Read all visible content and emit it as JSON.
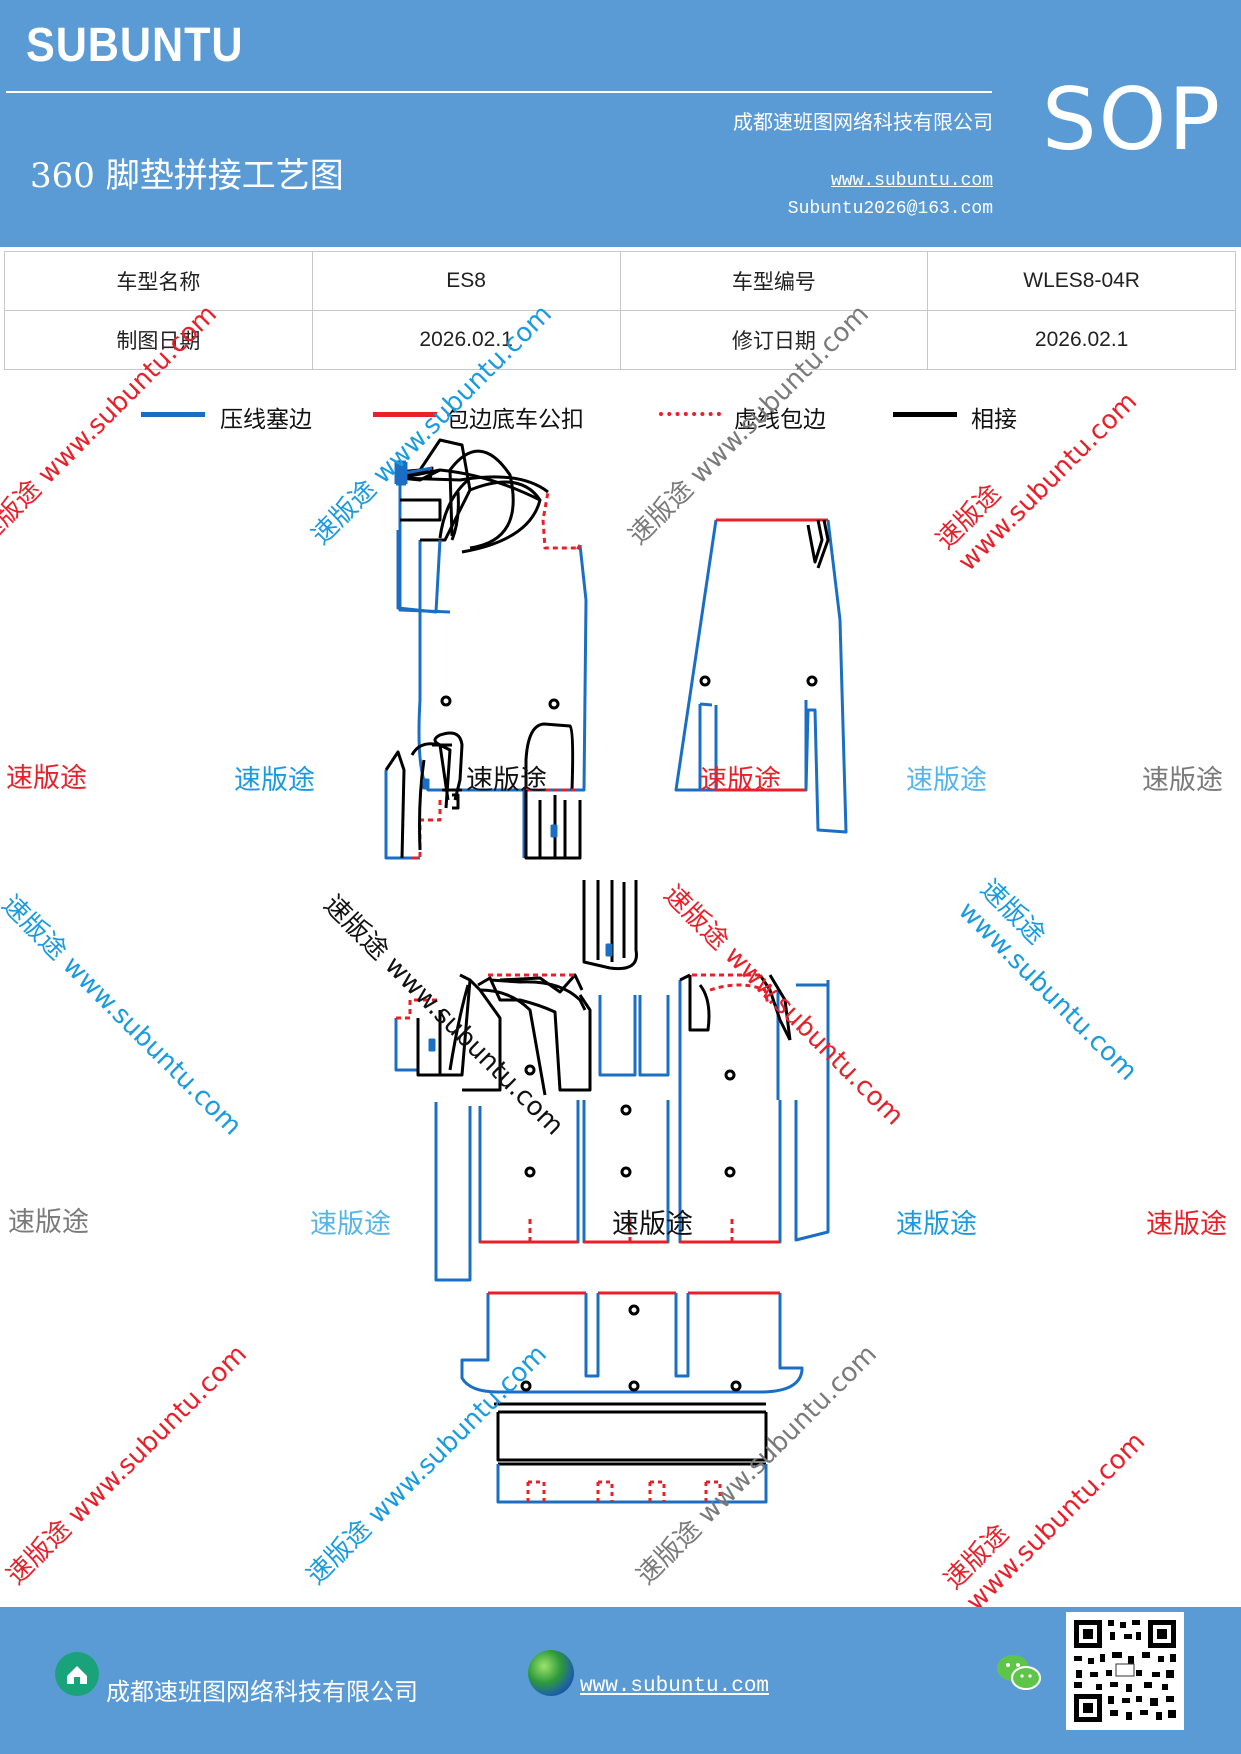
{
  "header": {
    "brand": "SUBUNTU",
    "company": "成都速班图网络科技有限公司",
    "doc_title": "360 脚垫拼接工艺图",
    "website": "www.subuntu.com",
    "email": "Subuntu2026@163.com",
    "badge": "SOP"
  },
  "info_table": {
    "row1": [
      "车型名称",
      "ES8",
      "车型编号",
      "WLES8-04R"
    ],
    "row2": [
      "制图日期",
      "2026.02.1",
      "修订日期",
      "2026.02.1"
    ]
  },
  "legend": [
    {
      "label": "压线塞边",
      "color": "#1a6fc4",
      "style": "solid"
    },
    {
      "label": "包边底车公扣",
      "color": "#e8202a",
      "style": "solid"
    },
    {
      "label": "虚线包边",
      "color": "#e8202a",
      "style": "dotted"
    },
    {
      "label": "相接",
      "color": "#000000",
      "style": "solid"
    }
  ],
  "watermark": {
    "text": "速版途",
    "diagonal": "速版途 www.subuntu.com",
    "colors": {
      "red": "#e8202a",
      "blue": "#1a9be0",
      "gray": "#7a7a7a",
      "lightblue": "#55b4ea",
      "black": "#111111"
    }
  },
  "colors": {
    "header": "#5b9bd5",
    "press_line": "#1a6fc4",
    "edge_red": "#e8202a",
    "join": "#000000"
  },
  "footer": {
    "company": "成都速班图网络科技有限公司",
    "website": "www.subuntu.com",
    "icons": [
      "home-icon",
      "globe-icon",
      "wechat-icon",
      "qr-code"
    ]
  }
}
